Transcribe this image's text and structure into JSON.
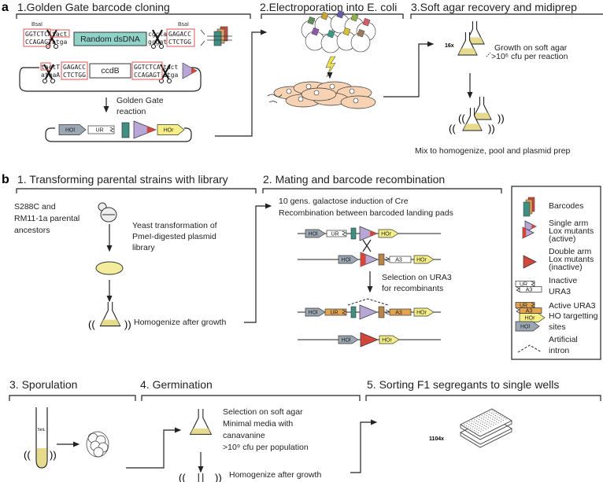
{
  "panel_a": {
    "label": "a",
    "step1": {
      "title": "1.Golden Gate barcode cloning",
      "enzyme_left": "BsaI",
      "enzyme_right": "BsaI",
      "insert_left_top": "GGTCTCA",
      "insert_left_bottom": "CCAGAGT",
      "insert_oh_left_top": "tact",
      "insert_oh_left_bottom": "atga",
      "insert_label": "Random dsDNA",
      "insert_oh_right_top": "cgcta",
      "insert_oh_right_bottom": "gcgat",
      "insert_right_top": "GAGACC",
      "insert_right_bottom": "CTCTGG",
      "vector_oh_left_top": "tactT",
      "vector_oh_left_bottom": "atgaA",
      "vector_left_top": "GAGACC",
      "vector_left_bottom": "CTCTGG",
      "vector_insert": "ccdB",
      "vector_right_top": "GGTCTCA",
      "vector_right_bottom": "CCAGAGT",
      "vector_oh_right_top": "tact",
      "vector_oh_right_bottom": "atga",
      "reaction_line1": "Golden Gate",
      "reaction_line2": "reaction",
      "construct": {
        "hol": "HOl",
        "ur": "UR",
        "hor": "HOr"
      }
    },
    "step2": {
      "title": "2.Electroporation into E. coli"
    },
    "step3": {
      "title": "3.Soft agar recovery and midiprep",
      "count": "16x",
      "growth_line1": "Growth on soft agar",
      "growth_line2": ">10⁶ cfu per reaction",
      "mix": "Mix to homogenize, pool and plasmid prep"
    }
  },
  "panel_b": {
    "label": "b",
    "step1": {
      "title": "1. Transforming parental strains with library",
      "strains": [
        "S288C and",
        "RM11-1a parental",
        "ancestors"
      ],
      "transform": [
        "Yeast transformation of",
        "PmeI-digested plasmid",
        "library"
      ],
      "homogenize": "Homogenize after growth"
    },
    "step2": {
      "title": "2. Mating and barcode recombination",
      "line1": "10 gens. galactose induction of Cre",
      "line2": "Recombination between barcoded landing pads",
      "selection": [
        "Selection on URA3",
        "for recombinants"
      ],
      "labels": {
        "hol": "HOl",
        "ur": "UR",
        "a3": "A3",
        "hor": "HOr"
      }
    },
    "legend": {
      "barcodes": "Barcodes",
      "single": [
        "Single arm",
        "Lox mutants",
        "(active)"
      ],
      "double": [
        "Double arm",
        "Lox mutants",
        "(inactive)"
      ],
      "inactive": [
        "Inactive",
        "URA3"
      ],
      "active": "Active URA3",
      "ho": [
        "HO targetting",
        "sites"
      ],
      "intron": [
        "Artificial",
        "intron"
      ]
    },
    "step3": {
      "title": "3. Sporulation",
      "tube_label": "5mL"
    },
    "step4": {
      "title": "4. Germination",
      "selection": [
        "Selection on soft agar",
        "Minimal media with",
        "canavanine",
        ">10⁹ cfu per population"
      ],
      "homogenize": "Homogenize after growth"
    },
    "step5": {
      "title": "5. Sorting F1 segregants to single wells",
      "count": "1104x"
    }
  },
  "colors": {
    "hol": "#9ba7b3",
    "hor": "#f6ef86",
    "barcode": "#3f8f82",
    "lox": "#b8a6d6",
    "lox_dead": "#d1473a",
    "ura_active": "#e2a352",
    "ura_brown": "#b98649",
    "media": "#e6da8c",
    "cell": "#f7d3b4",
    "dsdna": "#8fd3c8",
    "seq_box": "#d44"
  }
}
